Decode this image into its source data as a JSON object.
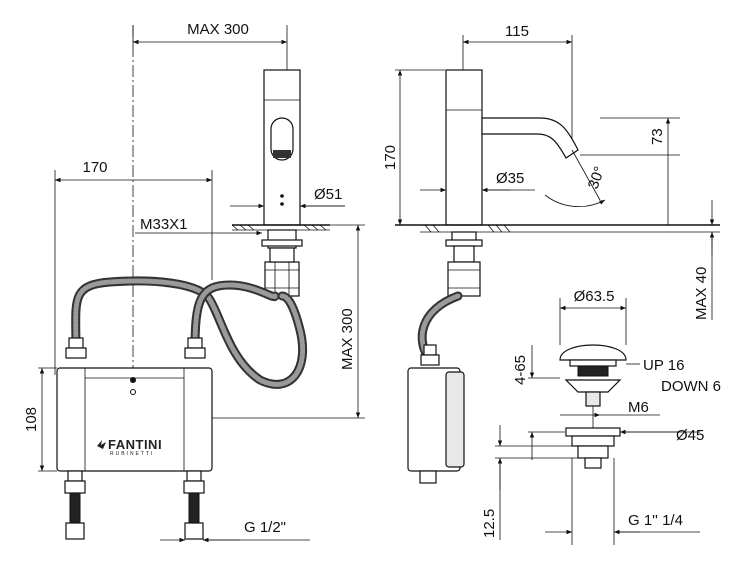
{
  "drawing": {
    "brand_logo": "FANTINI",
    "brand_sub": "RUBINETTI",
    "front_view": {
      "dims": {
        "max_reach": "MAX 300",
        "spout_width": "170",
        "diameter_body": "Ø51",
        "thread": "M33X1",
        "max_hose": "MAX 300",
        "box_height": "108",
        "connection": "G 1/2\""
      }
    },
    "side_view": {
      "dims": {
        "reach": "115",
        "height": "170",
        "diameter_base": "Ø35",
        "spout_drop": "73",
        "angle": "30°",
        "deck_max": "MAX 40"
      }
    },
    "drain_view": {
      "dims": {
        "cap_diameter": "Ø63.5",
        "stroke_range": "4-65",
        "up_label": "UP 16",
        "down_label": "DOWN 6",
        "thread_m6": "M6",
        "flange_diameter": "Ø45",
        "tail_length": "12.5",
        "connection": "G 1'' 1/4"
      }
    }
  }
}
